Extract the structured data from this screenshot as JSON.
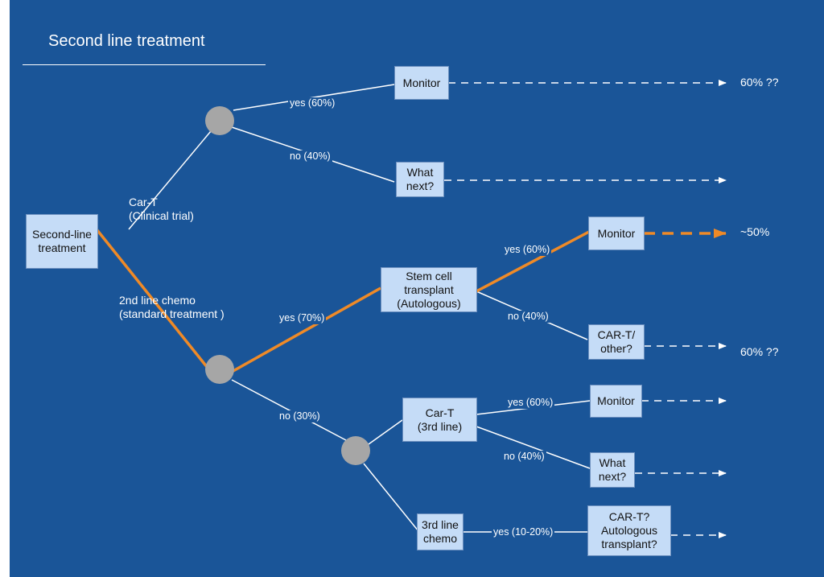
{
  "title": "Second line treatment",
  "colors": {
    "background": "#1a5598",
    "node_fill": "#c5dcf7",
    "chance_node": "#a6a6a6",
    "highlight": "#ef8a27",
    "line": "#ffffff"
  },
  "nodes": {
    "root": "Second-line\ntreatment",
    "monitor_top": "Monitor",
    "what_next_top": "What\nnext?",
    "stem_cell": "Stem cell\ntransplant\n(Autologous)",
    "monitor_stem": "Monitor",
    "cart_other": "CAR-T/\nother?",
    "cart_3rd": "Car-T\n(3rd line)",
    "monitor_3rd": "Monitor",
    "what_next_3rd": "What\nnext?",
    "chemo_3rd": "3rd line\nchemo",
    "cart_auto": "CAR-T?\nAutologous\ntransplant?"
  },
  "branch_labels": {
    "cart_trial": "Car-T\n(Clinical trial)",
    "chemo_2nd": "2nd line chemo\n(standard treatment )"
  },
  "edge_labels": {
    "top_yes": "yes (60%)",
    "top_no": "no (40%)",
    "chemo_yes": "yes (70%)",
    "chemo_no": "no (30%)",
    "stem_yes": "yes (60%)",
    "stem_no": "no (40%)",
    "cart3_yes": "yes (60%)",
    "cart3_no": "no (40%)",
    "chemo3_yes": "yes (10-20%)"
  },
  "outcomes": {
    "top": "60% ??",
    "stem_monitor": "~50%",
    "cart_other": "60% ??"
  }
}
